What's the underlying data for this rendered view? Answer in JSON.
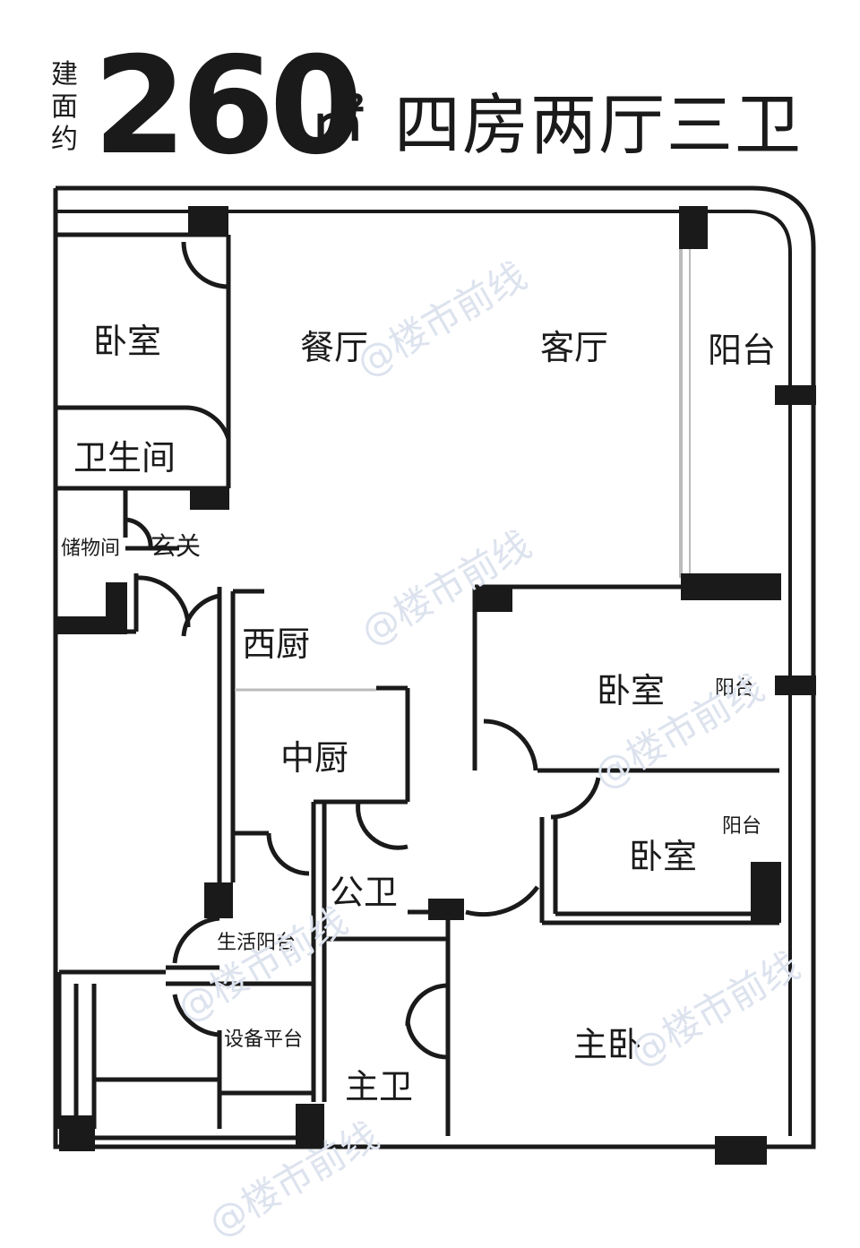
{
  "header": {
    "area_label": "建面约",
    "area_value": "260",
    "area_unit": "㎡",
    "layout": "四房两厅三卫"
  },
  "rooms": {
    "bedroom_nw": "卧室",
    "bathroom_nw": "卫生间",
    "storage": "储物间",
    "foyer": "玄关",
    "dining": "餐厅",
    "living": "客厅",
    "balcony_east": "阳台",
    "western_kitchen": "西厨",
    "chinese_kitchen": "中厨",
    "bedroom_mid": "卧室",
    "balcony_mid": "阳台",
    "bedroom_south": "卧室",
    "balcony_south": "阳台",
    "public_bath": "公卫",
    "service_balcony": "生活阳台",
    "equipment_platform": "设备平台",
    "master_bath": "主卫",
    "master_bedroom": "主卧"
  },
  "watermark": "@楼市前线"
}
